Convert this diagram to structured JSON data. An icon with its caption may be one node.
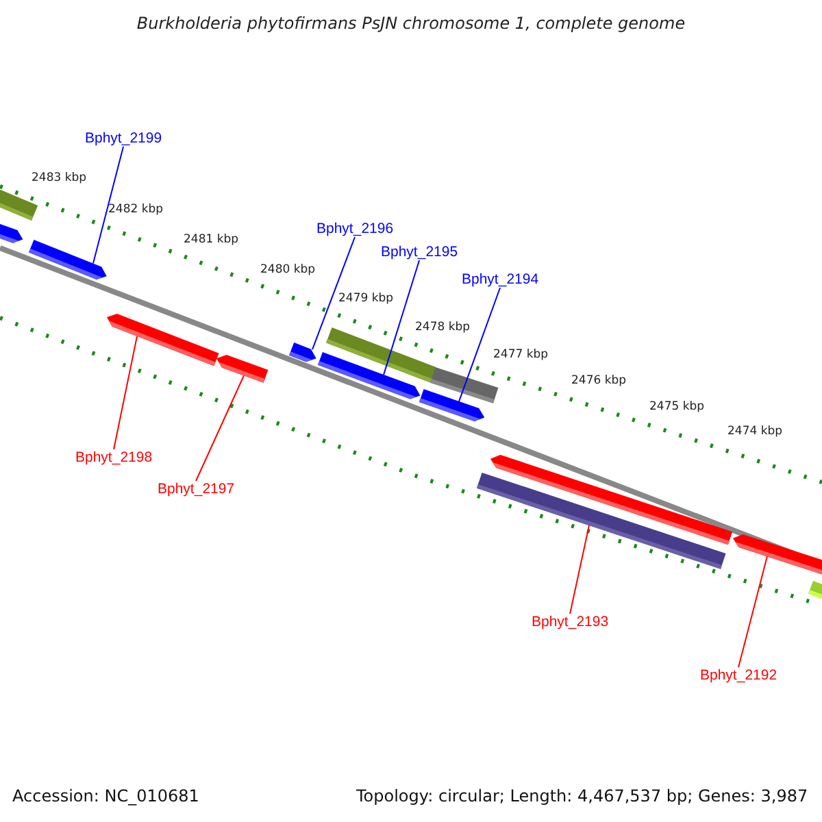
{
  "diagram": {
    "title": "Burkholderia phytofirmans PsJN chromosome 1, complete genome",
    "nodes": [
      {
        "text": [
          "Bphyt_2199"
        ]
      },
      {
        "text": [
          "Bphyt_2196"
        ]
      },
      {
        "text": [
          "Bphyt_2195"
        ]
      },
      {
        "text": [
          "Bphyt_2194"
        ]
      },
      {
        "text": [
          "Bphyt_2198"
        ]
      },
      {
        "text": [
          "Bphyt_2197"
        ]
      },
      {
        "text": [
          "Bphyt_2193"
        ]
      },
      {
        "text": [
          "Bphyt_2192"
        ]
      },
      {
        "text": [],
        "shape": "bar"
      },
      {
        "text": [],
        "shape": "bar"
      },
      {
        "text": [],
        "shape": "bar"
      },
      {
        "text": [],
        "shape": "bar"
      },
      {
        "text": [],
        "shape": "bar"
      },
      {
        "text": [],
        "shape": "bar"
      },
      {
        "text": [],
        "shape": "bar"
      },
      {
        "text": [],
        "shape": "bar"
      },
      {
        "text": [],
        "shape": "bar"
      },
      {
        "text": [],
        "shape": "bar"
      },
      {
        "text": [],
        "shape": "bar"
      },
      {
        "text": [],
        "shape": "bar"
      },
      {
        "text": [],
        "shape": "bar"
      },
      {
        "text": [],
        "shape": "bar"
      }
    ],
    "edges": [
      {
        "from": 0,
        "to": 10,
        "arrow": "none"
      },
      {
        "from": 1,
        "to": 13,
        "arrow": "none"
      },
      {
        "from": 2,
        "to": 14,
        "arrow": "none"
      },
      {
        "from": 3,
        "to": 16,
        "arrow": "none"
      },
      {
        "from": 4,
        "to": 11,
        "arrow": "none",
        "color": "#ff0000"
      },
      {
        "from": 5,
        "to": 12,
        "arrow": "none",
        "color": "#ff0000"
      },
      {
        "from": 6,
        "to": 18,
        "arrow": "none",
        "color": "#ff0000"
      },
      {
        "from": 7,
        "to": 20,
        "arrow": "none",
        "color": "#ff0000"
      }
    ],
    "labels": [
      "2483 kbp",
      "2482 kbp",
      "2481 kbp",
      "2480 kbp",
      "2479 kbp",
      "2478 kbp",
      "2477 kbp",
      "2476 kbp",
      "2475 kbp",
      "2474 kbp",
      "Accession: NC_010681",
      "Topology: circular; Length: 4,467,537 bp; Genes: 3,987"
    ]
  }
}
